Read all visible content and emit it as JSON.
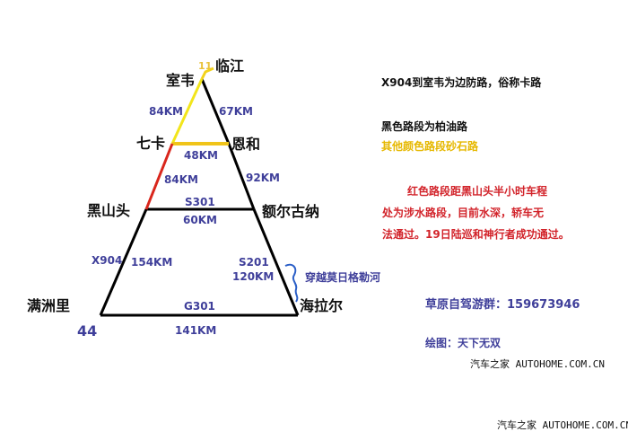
{
  "places": {
    "shiwei": "室韦",
    "linjiang": "临江",
    "qika": "七卡",
    "enhe": "恩和",
    "heishantou": "黑山头",
    "eerguna": "额尔古纳",
    "manzhouli": "满洲里",
    "hailaer": "海拉尔"
  },
  "labels": {
    "linjiang_num": "11",
    "shiwei_qika": "84KM",
    "shiwei_enhe": "67KM",
    "qika_enhe": "48KM",
    "qika_heishantou": "84KM",
    "enhe_eerguna": "92KM",
    "s301": "S301",
    "heishantou_eerguna": "60KM",
    "x904": "X904",
    "manzhouli_heishantou": "154KM",
    "s201": "S201",
    "eerguna_hailaer": "120KM",
    "river": "穿越莫日格勒河",
    "g301": "G301",
    "manzhouli_hailaer": "141KM",
    "corner_num": "44"
  },
  "notes": {
    "border_road": "X904到室韦为边防路，俗称卡路",
    "black_road": "黑色路段为柏油路",
    "other_road": "其他颜色路段砂石路",
    "red_line1": "红色路段距黑山头半小时车程",
    "red_line2": "处为涉水路段，目前水深，轿车无",
    "red_line3": "法通过。19日陆巡和神行者成功通过。",
    "group": "草原自驾游群：159673946",
    "author": "绘图：天下无双"
  },
  "watermarks": [
    "汽车之家 AUTOHOME.COM.CN",
    "汽车之家 AUTOHOME.COM.CN"
  ],
  "colors": {
    "yellow": "#f2d21b",
    "red": "#d9261c",
    "blue": "#3f3f9a",
    "river": "#2b5fc7"
  }
}
